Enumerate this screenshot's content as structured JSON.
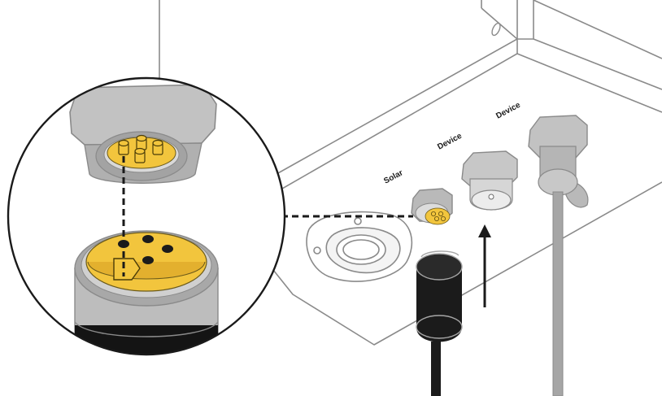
{
  "labels": {
    "solar": "Solar",
    "device_1": "Device",
    "device_2": "Device"
  },
  "colors": {
    "line": "#8a8a8a",
    "connector_grey": "#b9b9b9",
    "connector_dark_grey": "#8f8f8f",
    "connector_yellow": "#f2c53d",
    "cable_black": "#1b1b1b",
    "cable_grey": "#a6a6a6",
    "background": "#ffffff"
  },
  "icons": {
    "solar_port": "yellow-4-pin-connector-icon",
    "device_port_1": "grey-capped-port-icon",
    "device_port_2": "grey-port-with-cable-icon",
    "plug": "black-cable-plug-icon",
    "arrow": "up-arrow-icon",
    "callout": "magnified-connector-detail-icon"
  }
}
